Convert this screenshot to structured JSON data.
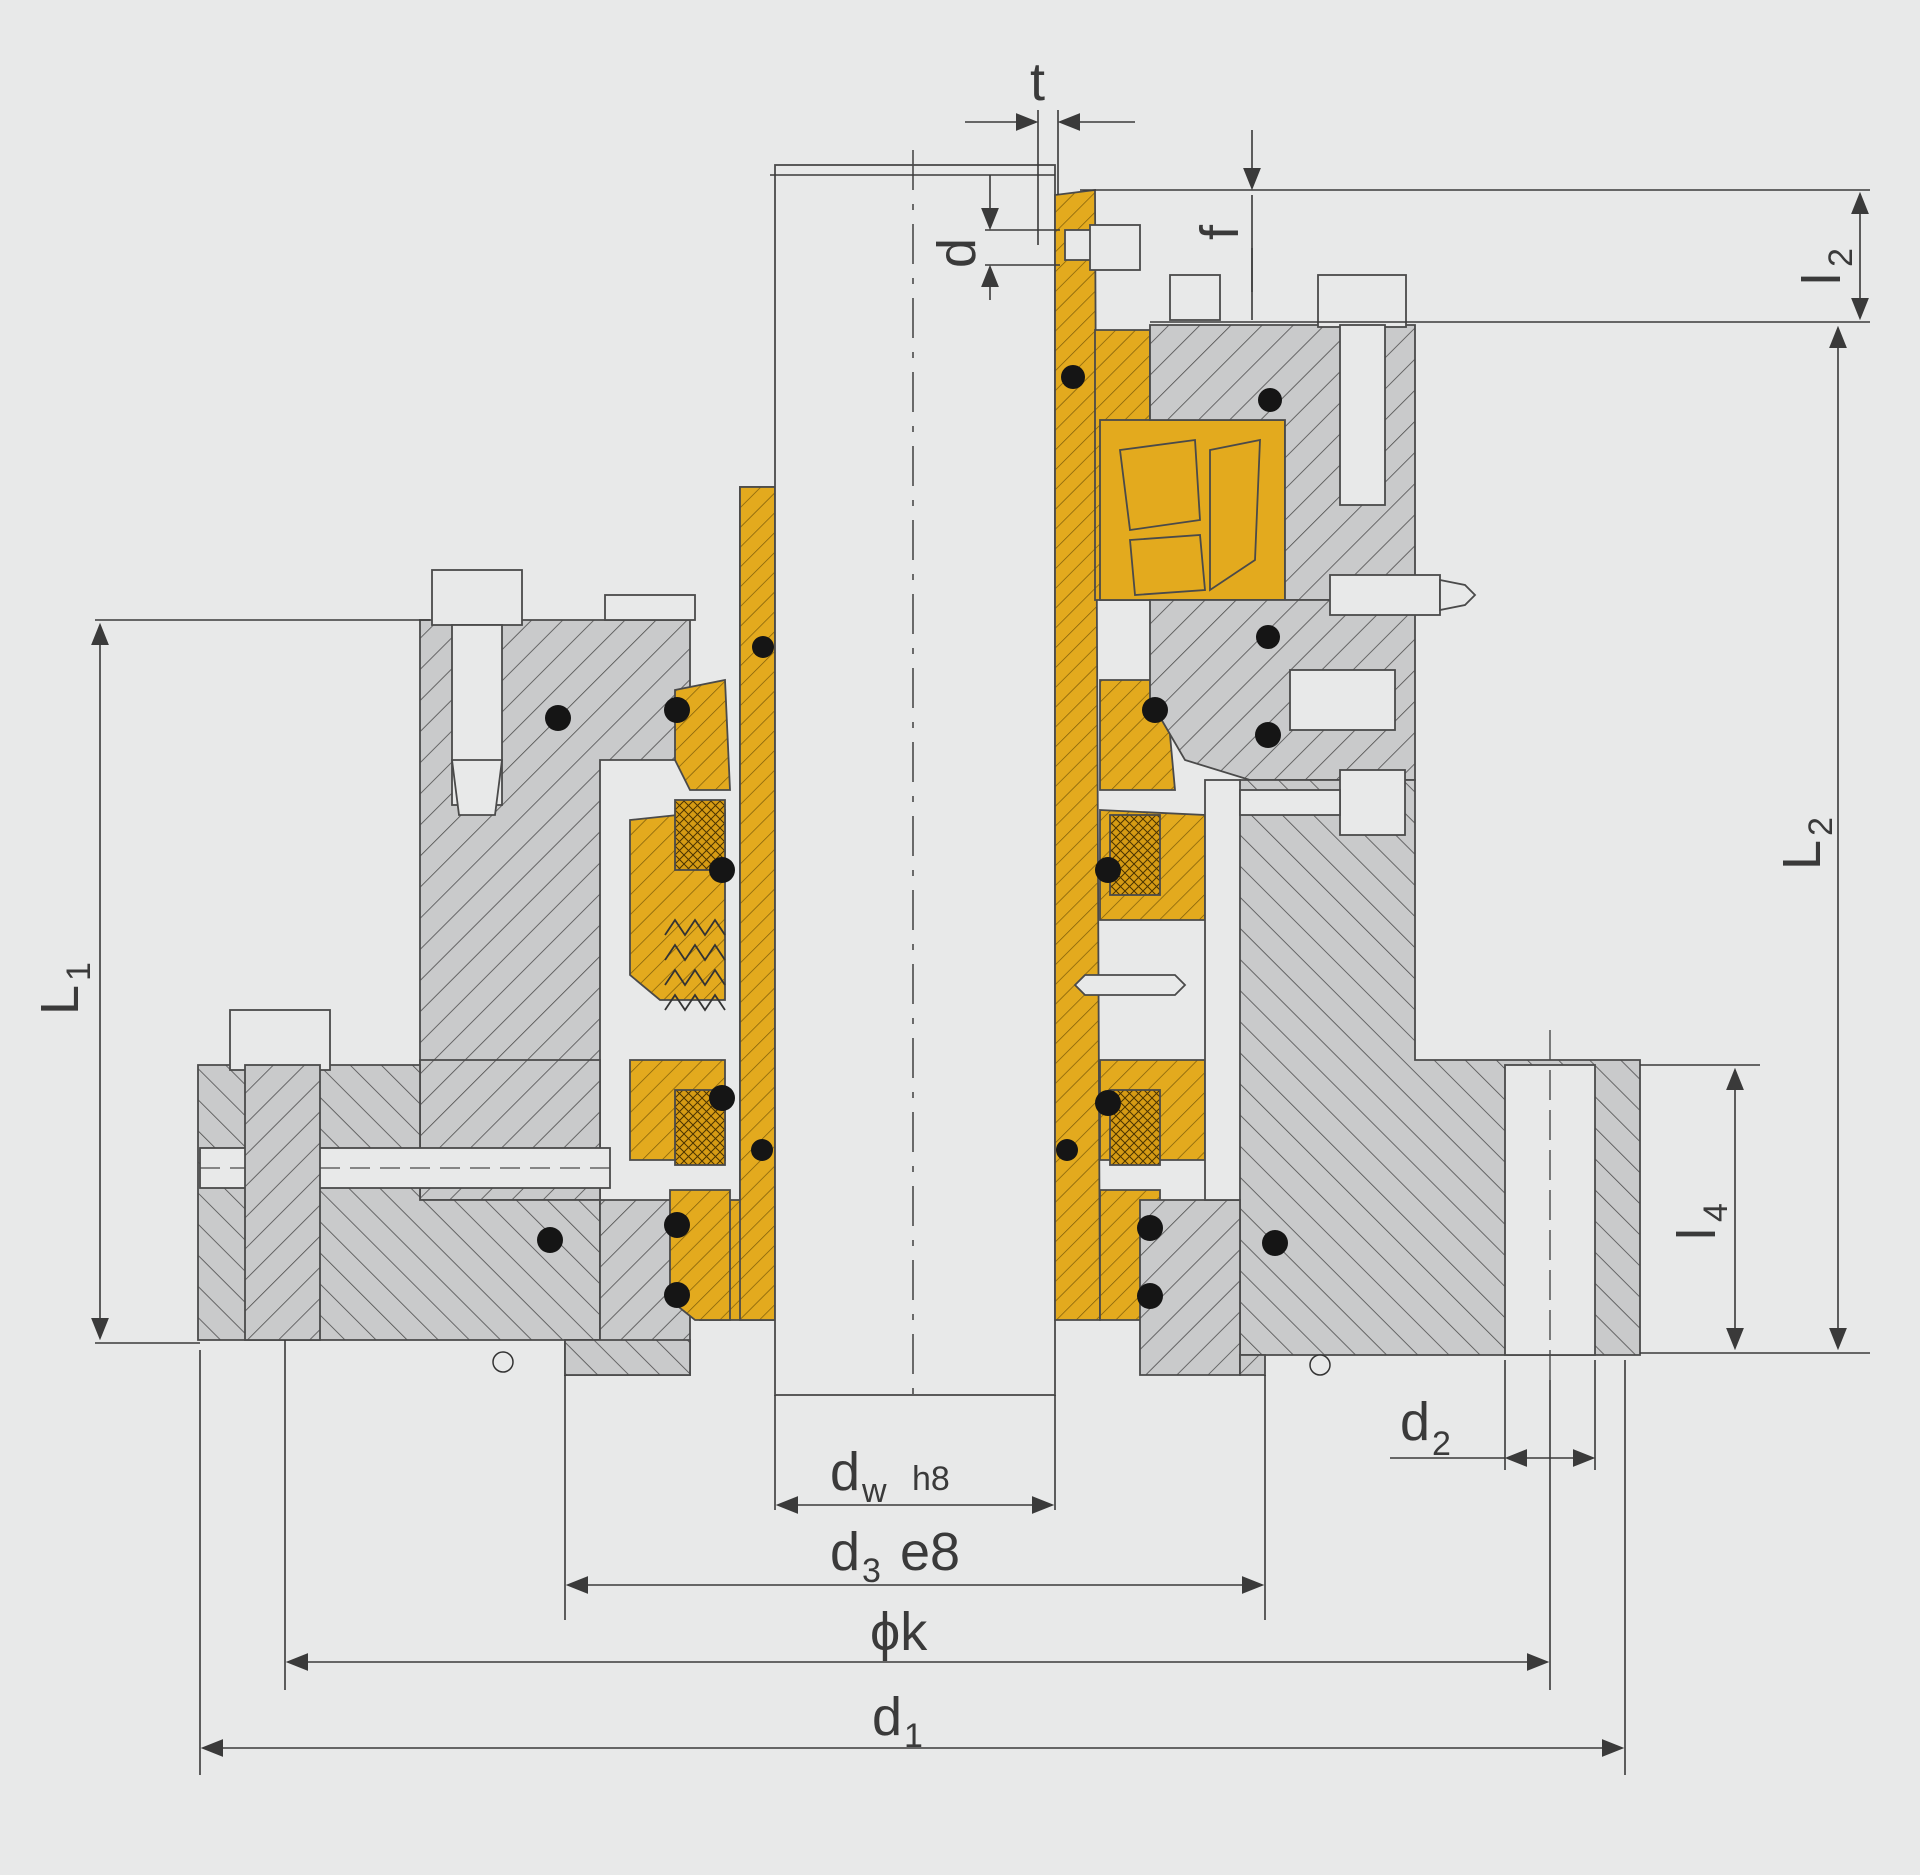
{
  "colors": {
    "background": "#e8e9e9",
    "housing": "#c9cacb",
    "bronze": "#e3aa1e",
    "line": "#4a4a4a",
    "oring": "#151515",
    "shaft": "#e8e9e9"
  },
  "labels": {
    "t": "t",
    "d": "d",
    "f": "f",
    "l2_main": "l",
    "l2_sub": "2",
    "L2_main": "L",
    "L2_sub": "2",
    "L1_main": "L",
    "L1_sub": "1",
    "l4_main": "l",
    "l4_sub": "4",
    "d2_main": "d",
    "d2_sub": "2",
    "dw_main": "d",
    "dw_sub": "w",
    "dw_tol": "h8",
    "d3_main": "d",
    "d3_sub": "3",
    "d3_tol": "e8",
    "k_label": "ϕk",
    "d1_main": "d",
    "d1_sub": "1"
  }
}
